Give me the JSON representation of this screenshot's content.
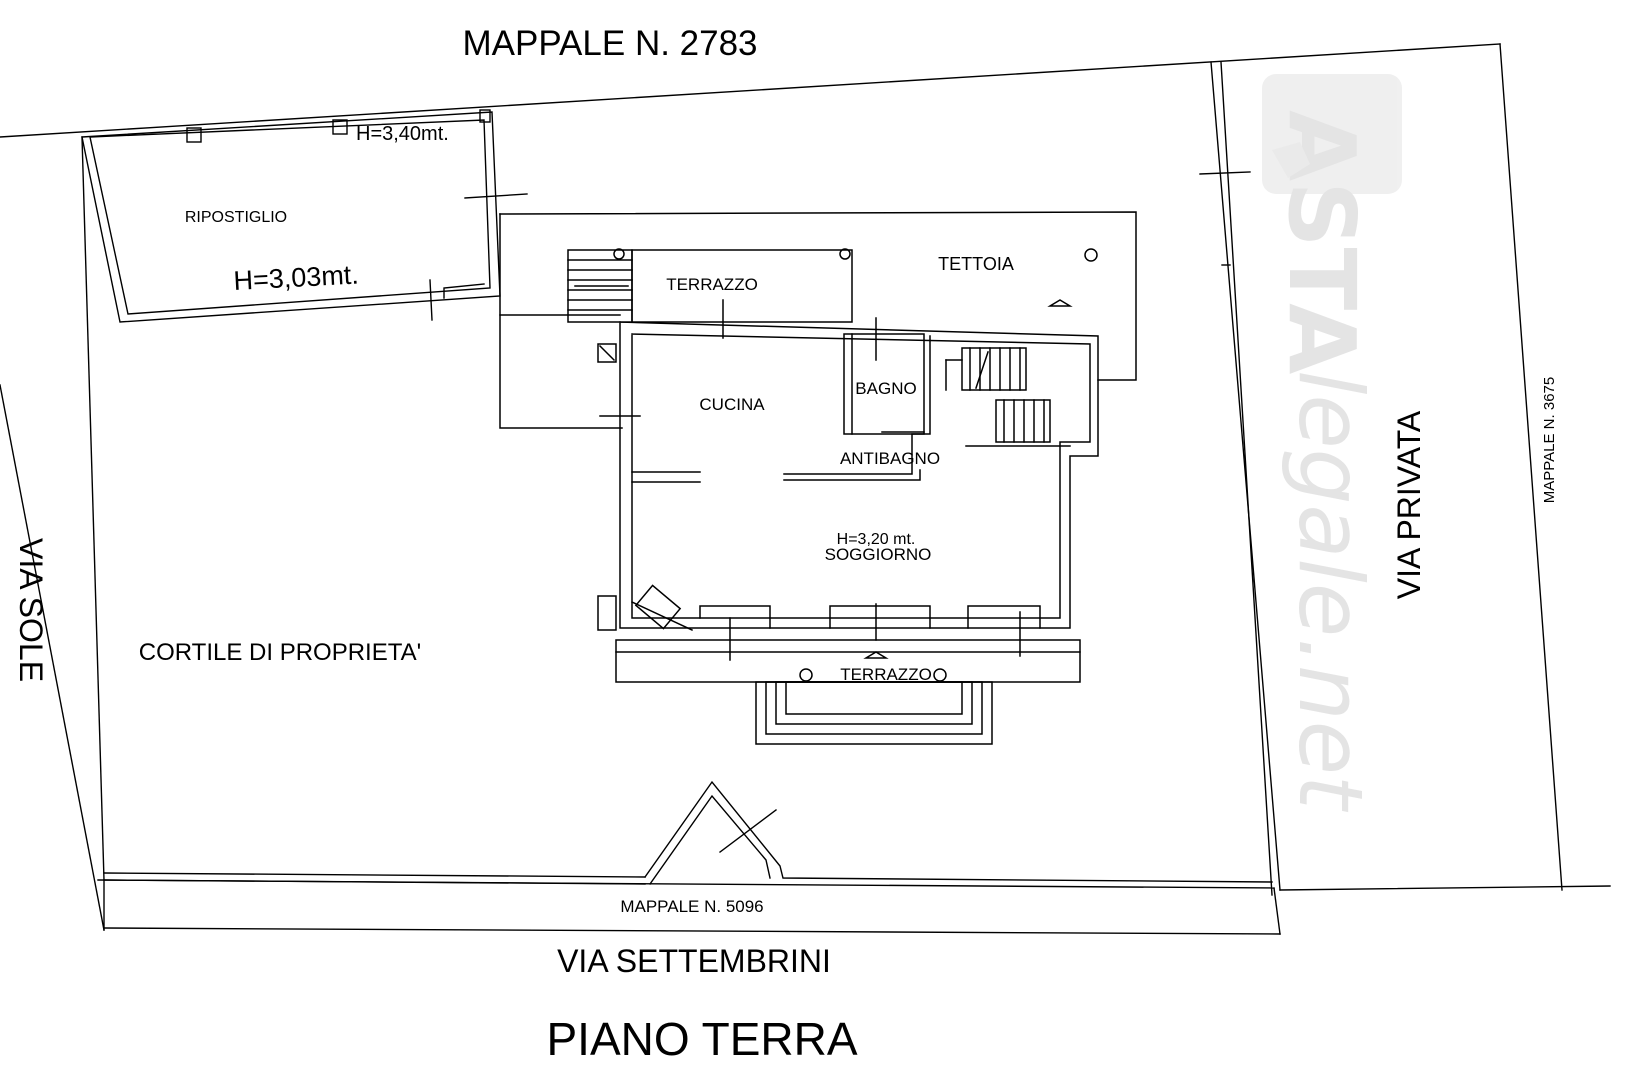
{
  "title": "PIANO TERRA",
  "boundaries": {
    "north": "MAPPALE N. 2783",
    "south_parcel": "MAPPALE N. 5096",
    "east_parcel": "MAPPALE N. 3675",
    "west_street": "VIA SOLE",
    "east_street": "VIA PRIVATA",
    "south_street": "VIA SETTEMBRINI"
  },
  "areas": {
    "courtyard": "CORTILE DI PROPRIETA'",
    "storage": "RIPOSTIGLIO",
    "storage_height_outer": "H=3,40mt.",
    "storage_height_inner": "H=3,03mt.",
    "terrace_rear": "TERRAZZO",
    "canopy": "TETTOIA",
    "kitchen": "CUCINA",
    "bathroom": "BAGNO",
    "antebathroom": "ANTIBAGNO",
    "living_height": "H=3,20 mt.",
    "living": "SOGGIORNO",
    "terrace_front": "TERRAZZO"
  },
  "watermark": {
    "brand_top": "ASTA",
    "brand_bottom": "legale.net",
    "color": "#e6e6e6"
  },
  "colors": {
    "ink": "#000000",
    "background": "#ffffff"
  }
}
